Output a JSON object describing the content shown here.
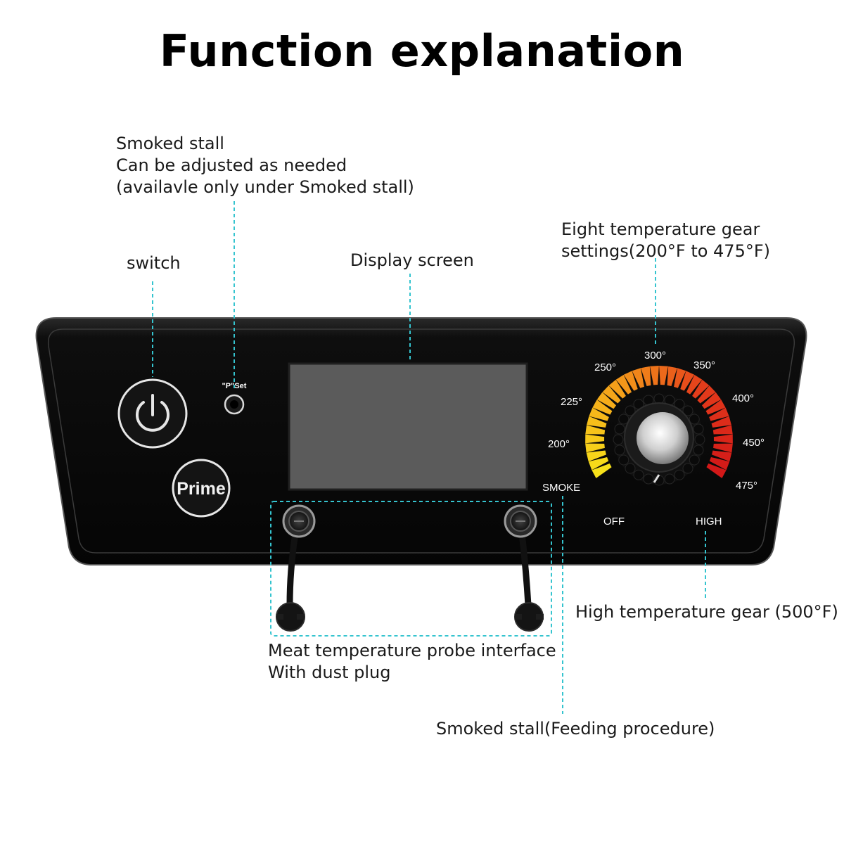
{
  "title": "Function explanation",
  "labels": {
    "smoked_stall_adjust": [
      "Smoked stall",
      "Can be adjusted as needed",
      "(availavle only under Smoked stall)"
    ],
    "switch": "switch",
    "display_screen": "Display screen",
    "temperature_settings": [
      "Eight temperature gear",
      "settings(200°F to 475°F)"
    ],
    "high_gear": "High temperature gear (500°F)",
    "probe_interface": [
      "Meat temperature probe interface",
      "With dust plug"
    ],
    "feeding": "Smoked stall(Feeding procedure)"
  },
  "panel": {
    "p_set": "\"P\"Set",
    "prime": "Prime",
    "dial_marks": [
      "200°",
      "225°",
      "250°",
      "300°",
      "350°",
      "400°",
      "450°",
      "475°"
    ],
    "smoke": "SMOKE",
    "off": "OFF",
    "high": "HIGH"
  },
  "colors": {
    "guide": "#35c4cf",
    "panel": "#0d0d0d",
    "screen": "#5a5a5a",
    "dial_low": "#f7d417",
    "dial_high": "#d81e1e"
  },
  "icons": [
    "power-icon",
    "probe-jack-icon",
    "dust-plug-icon",
    "knob-icon"
  ]
}
